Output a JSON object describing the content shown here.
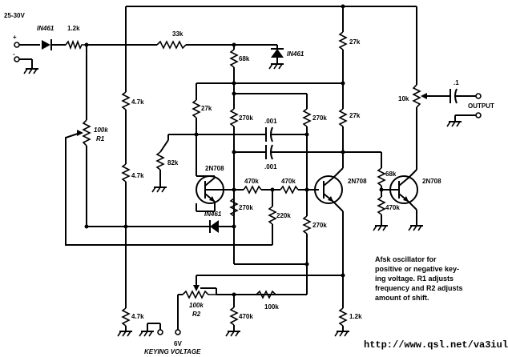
{
  "labels": {
    "supply": "25-30V",
    "plus": "+",
    "minus": "-",
    "diode_in": "IN461",
    "r_in": "1.2k",
    "r_33k": "33k",
    "diode_ref": "IN461",
    "r_68k_a": "68k",
    "r_27k_top": "27k",
    "r_27k_col": "27k",
    "r_27k_left": "27k",
    "r_270k_a": "270k",
    "r_270k_b": "270k",
    "c_001_a": ".001",
    "c_001_b": ".001",
    "r_47k_a": "4.7k",
    "r_47k_b": "4.7k",
    "r_47k_c": "4.7k",
    "pot_r1_value": "100k",
    "pot_r1_name": "R1",
    "r_82k": "82k",
    "q1": "2N708",
    "q2": "2N708",
    "q3": "2N708",
    "r_470k_a": "470k",
    "r_470k_b": "470k",
    "r_68k_b": "68k",
    "r_470k_c": "470k",
    "r_270k_c": "270k",
    "r_220k": "220k",
    "r_270k_d": "270k",
    "diode_mid": "IN461",
    "pot_r2_value": "100k",
    "pot_r2_name": "R2",
    "r_470k_d": "470k",
    "r_100k": "100k",
    "r_12k_out": "1.2k",
    "pot_10k": "10k",
    "c_out": ".1",
    "output": "OUTPUT",
    "keying_6v": "6V",
    "keying": "KEYING VOLTAGE"
  },
  "caption": {
    "line1": "Afsk oscillator for",
    "line2": "positive or negative key-",
    "line3": "ing voltage. R1 adjusts",
    "line4": "frequency and R2 adjusts",
    "line5": "amount of shift."
  },
  "url": "http://www.qsl.net/va3iul"
}
